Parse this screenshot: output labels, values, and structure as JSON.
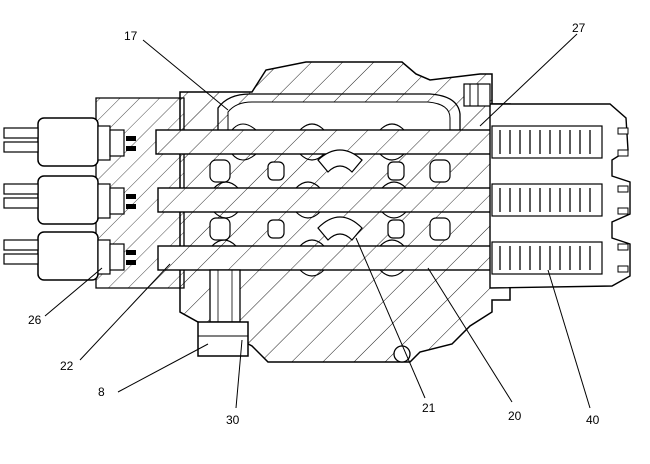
{
  "callouts": {
    "c17": "17",
    "c27": "27",
    "c26": "26",
    "c22": "22",
    "c8": "8",
    "c30": "30",
    "c21": "21",
    "c20": "20",
    "c40": "40"
  },
  "colors": {
    "line": "#000000",
    "spool_fill": "#ffffff",
    "body_fill": "#ffffff",
    "solenoid_fill": "#000000"
  }
}
